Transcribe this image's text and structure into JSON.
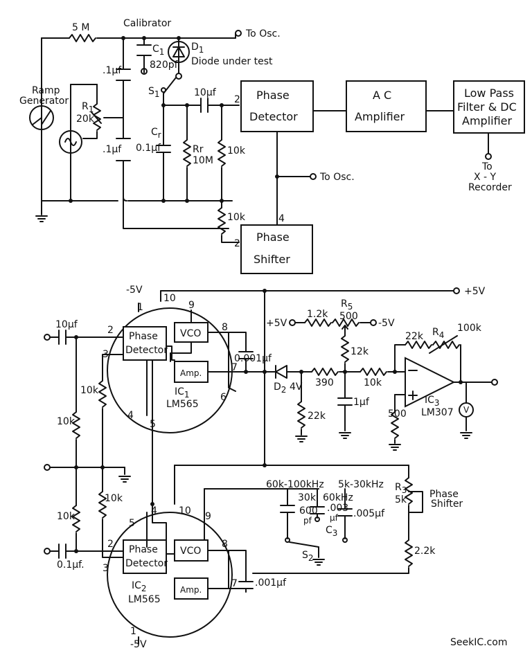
{
  "top": {
    "calibrator": "Calibrator",
    "res_5m": "5 M",
    "to_osc_1": "To Osc.",
    "to_osc_2": "To Osc.",
    "ramp_generator_1": "Ramp",
    "ramp_generator_2": "Generator",
    "c1": "C",
    "c1_sub": "1",
    "c1_val": "820pf",
    "d1": "D",
    "d1_sub": "1",
    "diode_under_test": "Diode under test",
    "s1": "S",
    "s1_sub": "1",
    "cap_1uf_a": ".1µf",
    "cap_1uf_b": ".1µf",
    "r1": "R",
    "r1_sub": "1",
    "r1_val": "20k",
    "cr": "C",
    "cr_sub": "r",
    "cr_val": "0.1µf",
    "rr": "Rr",
    "rr_val": "10M",
    "cap_10uf": "10µf",
    "r10k_a": "10k",
    "r10k_b": "10k",
    "pin_2a": "2",
    "pin_2b": "2",
    "pin_4": "4",
    "phase_detector_1": "Phase",
    "phase_detector_2": "Detector",
    "ac_amp_1": "A  C",
    "ac_amp_2": "Amplifier",
    "lpf_1": "Low Pass",
    "lpf_2": "Filter & DC",
    "lpf_3": "Amplifier",
    "xy_1": "To",
    "xy_2": "X - Y",
    "xy_3": "Recorder",
    "phase_shifter_1": "Phase",
    "phase_shifter_2": "Shifter"
  },
  "bottom": {
    "neg5v_top": "-5V",
    "neg5v_bot": "-5V",
    "pos5v": "+5V",
    "pos5v_b": "+5V",
    "neg5v_b": "-5V",
    "cap_10uf": "10µf",
    "cap_01uf": "0.1µf.",
    "r10k_1": "10k",
    "r10k_2": "10k",
    "r10k_3": "10k",
    "r10k_4": "10k",
    "r10k_5": "10k",
    "ic1_pd_1": "Phase",
    "ic1_pd_2": "Detector",
    "ic1_vco": "VCO",
    "ic1_amp": "Amp.",
    "ic1_name": "IC",
    "ic1_sub": "1",
    "ic1_part": "LM565",
    "ic2_pd_1": "Phase",
    "ic2_pd_2": "Detector",
    "ic2_vco": "VCO",
    "ic2_amp": "Amp.",
    "ic2_name": "IC",
    "ic2_sub": "2",
    "ic2_part": "LM565",
    "cap_0001uf": "0.001µf",
    "cap_001uf": ".001µf",
    "d2": "D",
    "d2_sub": "2",
    "d2_val": "4V",
    "r390": "390",
    "r22k_a": "22k",
    "r22k_b": "22k",
    "r1_2k": "1.2k",
    "r5": "R",
    "r5_sub": "5",
    "r5_val": "500",
    "r12k": "12k",
    "cap_1uf": "1µf",
    "r4": "R",
    "r4_sub": "4",
    "r4_val": "100k",
    "r500": "500",
    "ic3": "IC",
    "ic3_sub": "3",
    "ic3_part": "LM307",
    "meter": "V",
    "range_1": "60k-100kHz",
    "range_2": "5k-30kHz",
    "range_3": "30k",
    "range_4": "60kHz",
    "c600": "600",
    "c600_unit": "pf",
    "c003": ".003",
    "c003_unit": "µf",
    "c005": ".005µf",
    "c3": "C",
    "c3_sub": "3",
    "s2": "S",
    "s2_sub": "2",
    "r3": "R",
    "r3_sub": "3",
    "r3_val": "5k",
    "phase_shifter_1": "Phase",
    "phase_shifter_2": "Shifter",
    "r2_2k": "2.2k",
    "pins": {
      "p10a": "10",
      "p9a": "9",
      "p8a": "8",
      "p2a": "2",
      "p3a": "3",
      "p7a": "7",
      "p6a": "6",
      "p4a": "4",
      "p5a": "5",
      "p1a": "1",
      "p5b": "5",
      "p4b": "4",
      "p10b": "10",
      "p9b": "9",
      "p8b": "8",
      "p2b": "2",
      "p3b": "3",
      "p7b": "7",
      "p1b": "1"
    }
  },
  "watermark": "SeekIC.com"
}
